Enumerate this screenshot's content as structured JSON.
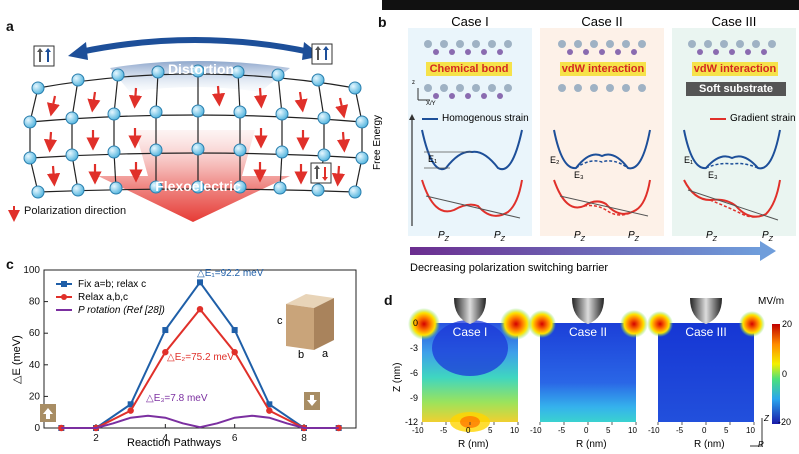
{
  "panel_labels": {
    "a": "a",
    "b": "b",
    "c": "c",
    "d": "d"
  },
  "panel_a": {
    "distortion_label": "Distortion",
    "flexoelectric_label": "Flexoelectric",
    "legend_label": "Polarization direction"
  },
  "panel_b": {
    "cases": [
      "Case I",
      "Case II",
      "Case III"
    ],
    "bond_labels": [
      "Chemical bond",
      "vdW interaction",
      "vdW interaction"
    ],
    "substrate_label": "Soft substrate",
    "axis_labels": [
      "z",
      "X/Y"
    ],
    "legend_homogenous": "Homogenous strain",
    "legend_gradient": "Gradient strain",
    "ylabel": "Free Energy",
    "energy_labels": [
      "E₁",
      "E₂",
      "E₃",
      "E₁",
      "E₃"
    ],
    "pz_labels": [
      "P",
      "P"
    ],
    "pz_sub": "Z",
    "barrier_label": "Decreasing polarization switching barrier"
  },
  "panel_c": {
    "chart_data": {
      "type": "line",
      "xlabel": "Reaction Pathways",
      "ylabel": "△E (meV)",
      "xlim": [
        0.5,
        9.5
      ],
      "ylim": [
        0,
        100
      ],
      "xticks": [
        2,
        4,
        6,
        8
      ],
      "yticks": [
        0,
        20,
        40,
        60,
        80,
        100
      ],
      "series": [
        {
          "name": "Fix a=b; relax c",
          "color": "#1f5fa8",
          "marker": "square",
          "x": [
            1,
            2,
            3,
            4,
            5,
            6,
            7,
            8,
            9
          ],
          "y": [
            0,
            0,
            15,
            62,
            92.2,
            62,
            15,
            0,
            0
          ]
        },
        {
          "name": "Relax a,b,c",
          "color": "#e0302a",
          "marker": "circle",
          "x": [
            1,
            2,
            3,
            4,
            5,
            6,
            7,
            8,
            9
          ],
          "y": [
            0,
            0,
            11,
            48,
            75.2,
            48,
            11,
            0,
            0
          ]
        },
        {
          "name": "P rotation (Ref [28])",
          "color": "#7b2fa0",
          "marker": "none",
          "x": [
            1,
            2,
            2.5,
            3,
            3.5,
            4,
            4.5,
            5,
            5.5,
            6,
            6.5,
            7,
            7.5,
            8,
            9
          ],
          "y": [
            0,
            0,
            3,
            6.5,
            7.8,
            6.5,
            3,
            0.5,
            3,
            6.5,
            7.8,
            6.5,
            3,
            0,
            0
          ]
        }
      ],
      "annotations": [
        "△E₁=92.2 meV",
        "△E₂=75.2 meV",
        "△E₃=7.8 meV"
      ]
    },
    "cube_labels": [
      "c",
      "b",
      "a"
    ]
  },
  "panel_d": {
    "cases": [
      "Case I",
      "Case II",
      "Case III"
    ],
    "ylabel": "Z (nm)",
    "xlabel": "R (nm)",
    "xticks": [
      "-10",
      "-5",
      "0",
      "5",
      "10"
    ],
    "yticks": [
      "0",
      "-3",
      "-6",
      "-9",
      "-12"
    ],
    "colorbar_unit": "MV/m",
    "colorbar_ticks": [
      "20",
      "0",
      "-20"
    ],
    "axis_glyphs": [
      "Z",
      "R"
    ]
  }
}
